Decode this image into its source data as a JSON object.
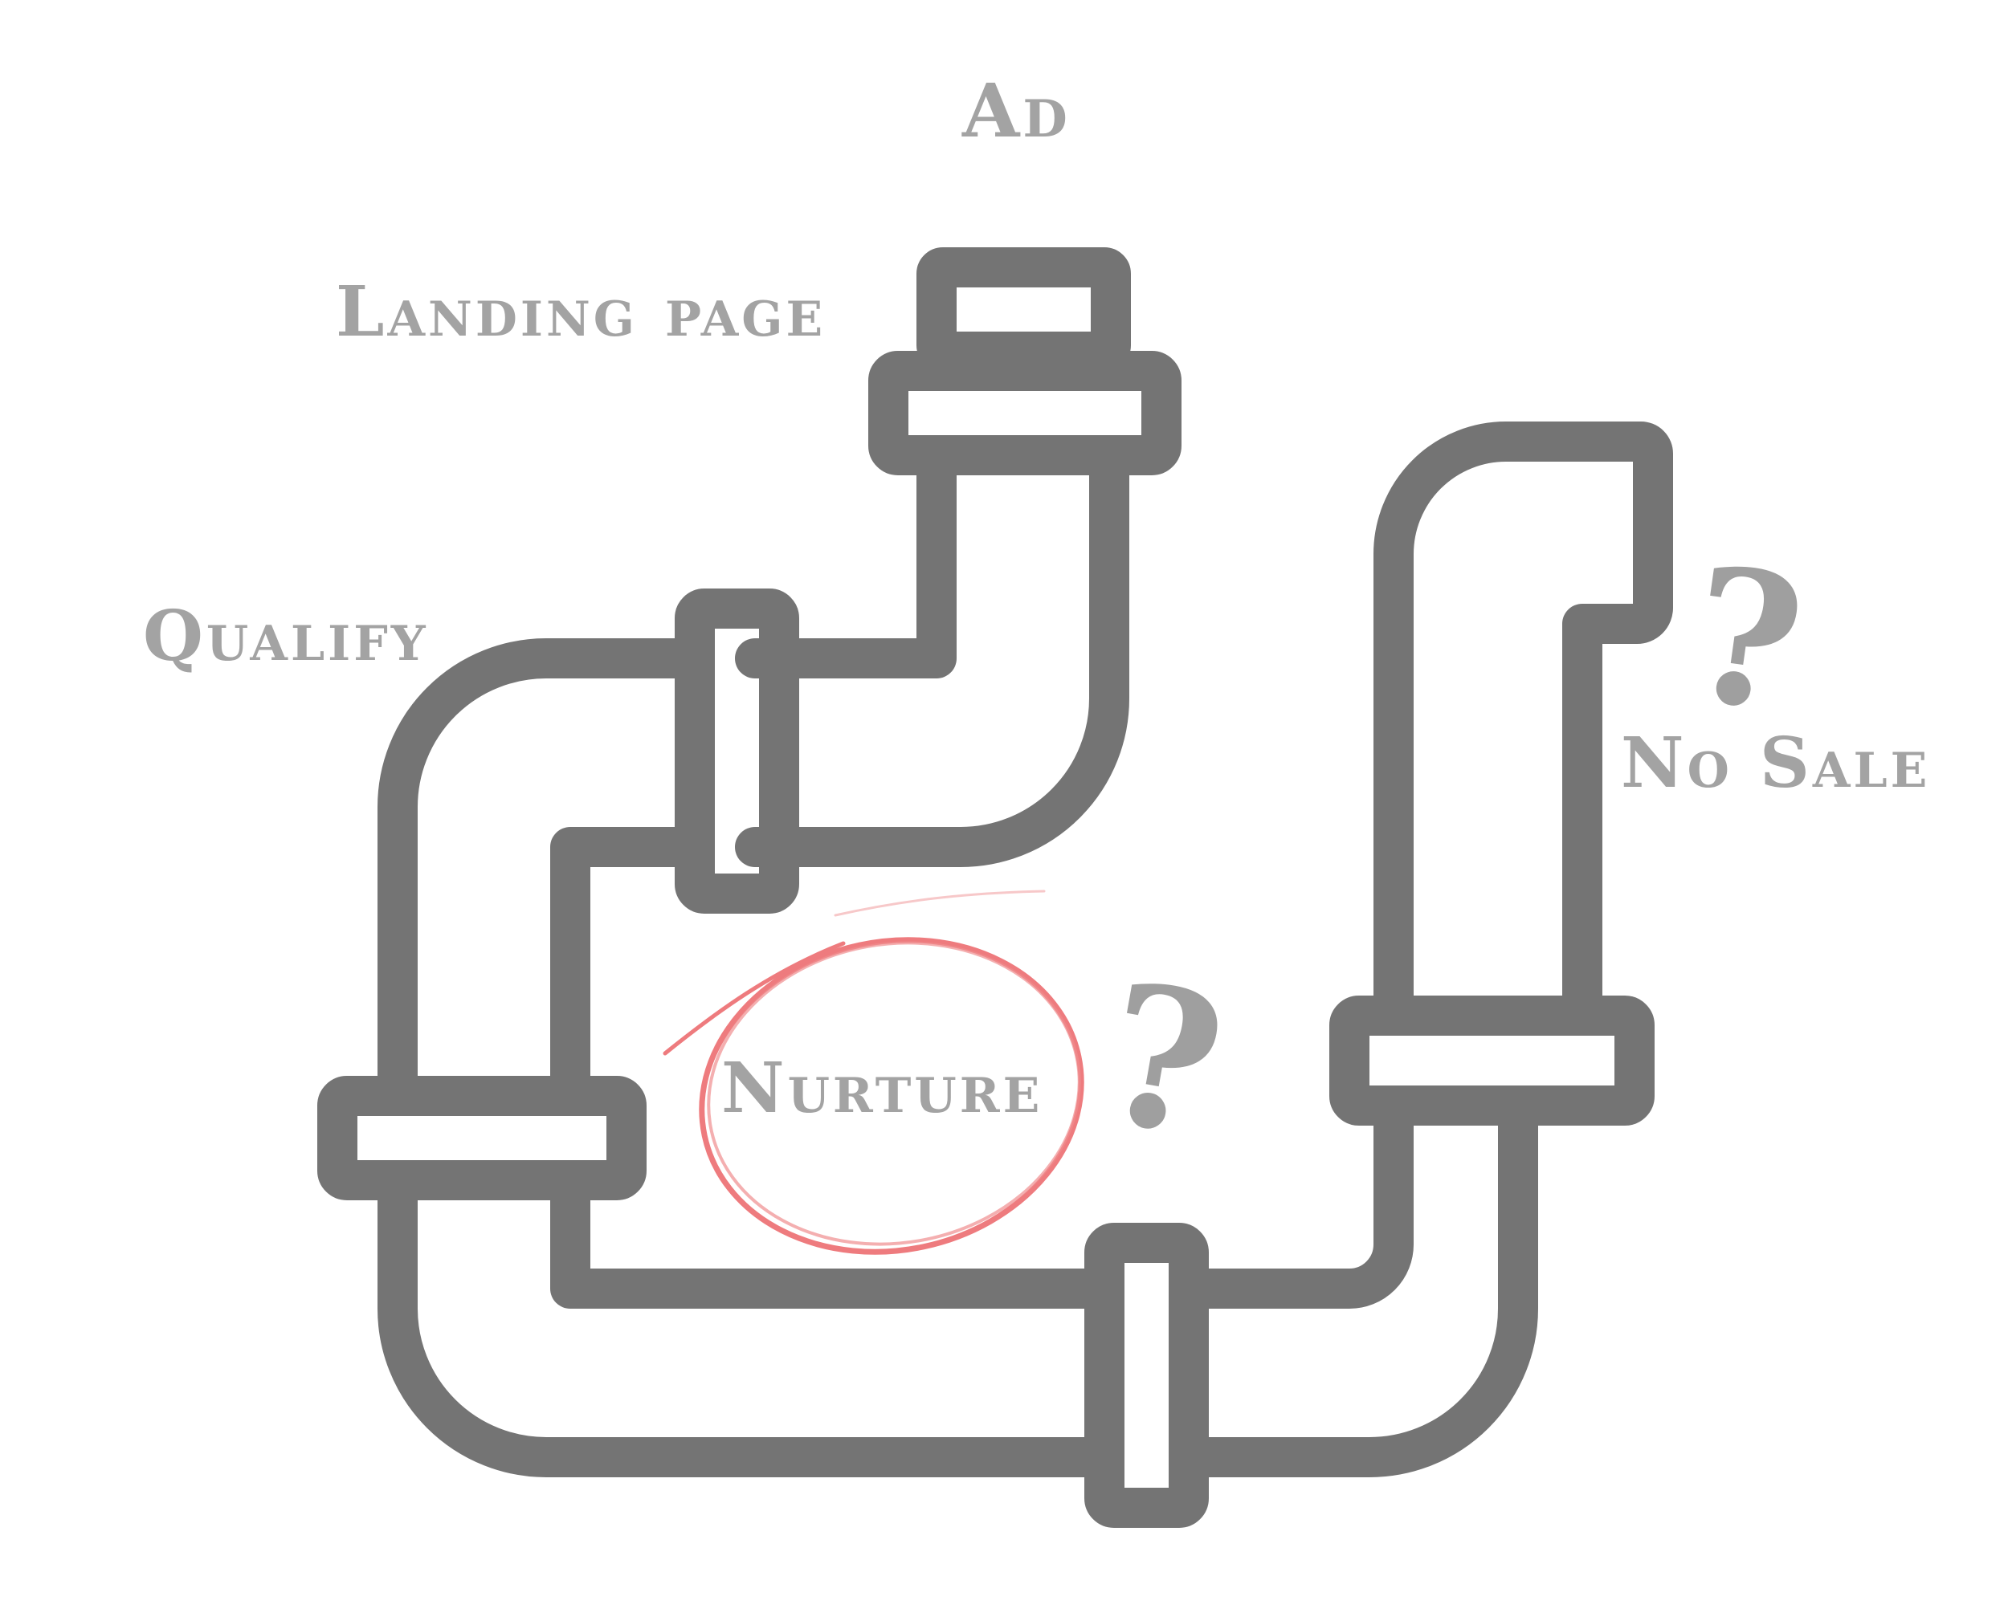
{
  "labels": {
    "ad": "Ad",
    "landing_page": "Landing page",
    "qualify": "Qualify",
    "nurture": "Nurture",
    "no_sale": "No Sale",
    "question_mark": "?"
  },
  "colors": {
    "pipe": "#747474",
    "label_text": "#a3a3a3",
    "highlight_circle": "#ee7b7e",
    "background": "#ffffff"
  }
}
